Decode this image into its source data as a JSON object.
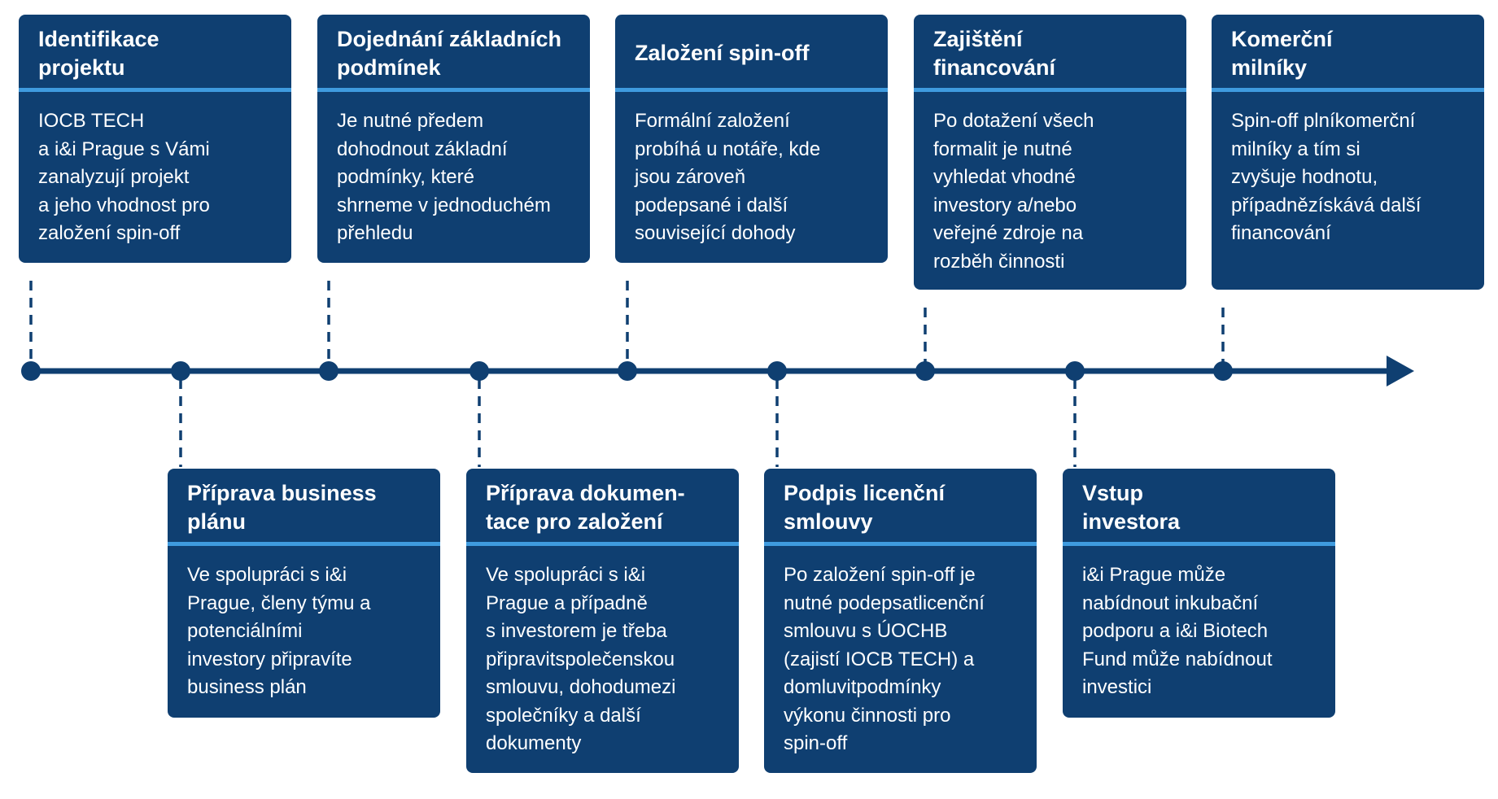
{
  "colors": {
    "card_background": "#0f3f71",
    "title_underline": "#3f9bdf",
    "timeline": "#0f3f71",
    "text": "#ffffff"
  },
  "milestones_top": [
    {
      "title": "Identifikace\nprojektu",
      "body": "IOCB TECH\na i&i Prague s Vámi\nzanalyzují projekt\na jeho vhodnost pro\nzaložení spin-off"
    },
    {
      "title": "Dojednání základních\npodmínek",
      "body": "Je nutné předem\ndohodnout základní\npodmínky, které\nshrneme v jednoduchém\npřehledu"
    },
    {
      "title": "Založení spin-off",
      "body": "Formální založení\nprobíhá u notáře, kde\njsou zároveň\npodepsané i další\nsouvisející dohody"
    },
    {
      "title": "Zajištění\nfinancování",
      "body": "Po dotažení všech\nformalit je nutné\nvyhledat vhodné\ninvestory a/nebo\nveřejné zdroje na\nrozběh činnosti"
    },
    {
      "title": "Komerční\nmilníky",
      "body": "Spin-off plníkomerční\nmilníky  a tím si\nzvyšuje hodnotu,\npřípadnězískává další\nfinancování"
    }
  ],
  "milestones_bottom": [
    {
      "title": "Příprava business\nplánu",
      "body": "Ve spolupráci s i&i\nPrague, členy týmu a\npotenciálními\ninvestory připravíte\nbusiness plán"
    },
    {
      "title": "Příprava dokumen-\ntace pro založení",
      "body": "Ve spolupráci s i&i\nPrague a případně\ns investorem je třeba\npřipravitspolečenskou\nsmlouvu, dohodumezi\nspolečníky a další\ndokumenty"
    },
    {
      "title": "Podpis licenční\nsmlouvy",
      "body": "Po založení spin-off je\nnutné podepsatlicenční\nsmlouvu s ÚOCHB\n(zajistí IOCB TECH) a\ndomluvitpodmínky\nvýkonu činnosti pro\nspin-off"
    },
    {
      "title": "Vstup\ninvestora",
      "body": "i&i Prague může\nnabídnout inkubační\npodporu a i&i Biotech\nFund může nabídnout\ninvestici"
    }
  ]
}
